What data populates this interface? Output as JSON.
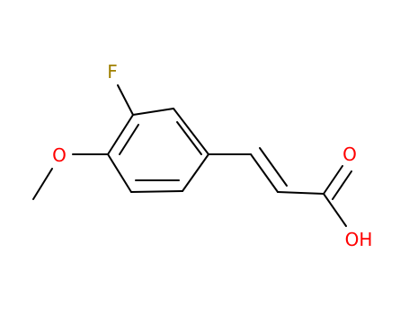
{
  "molecule": {
    "atoms": {
      "fluorine": {
        "symbol": "F",
        "color": "#a08000"
      },
      "methoxy_oxygen": {
        "symbol": "O",
        "color": "#ff0000"
      },
      "carbonyl_oxygen": {
        "symbol": "O",
        "color": "#ff0000"
      },
      "hydroxyl": {
        "symbol": "OH",
        "color": "#ff0000"
      }
    },
    "bond_color": "#000000"
  }
}
